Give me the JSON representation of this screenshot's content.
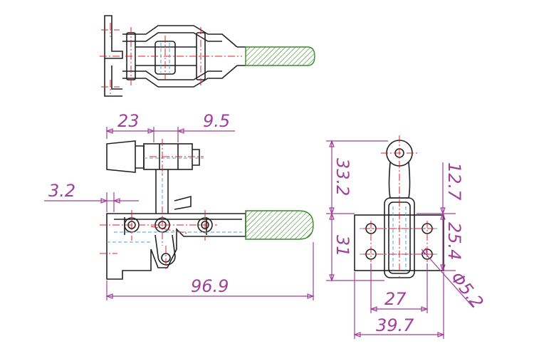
{
  "colors": {
    "dimension": "#a0409a",
    "outline": "#222222",
    "hidden_line": "#4aa6d6",
    "center_line": "#e02020",
    "handle_grip": "#3a8a2a"
  },
  "dimensions": {
    "width_23": "23",
    "offset_9_5": "9.5",
    "offset_3_2": "3.2",
    "total_length": "96.9",
    "height_33_2": "33.2",
    "height_12_7": "12.7",
    "height_31": "31",
    "height_25_4": "25.4",
    "hole_spacing": "27",
    "base_width": "39.7",
    "hole_diameter": "Φ5.2"
  }
}
